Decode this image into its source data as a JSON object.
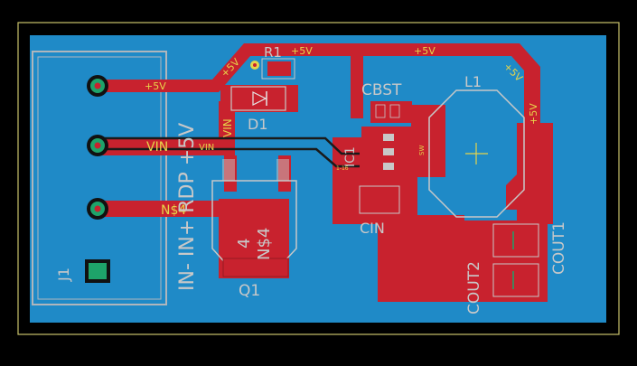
{
  "labels": {
    "r1": "R1",
    "net_5v_top_a": "+5V",
    "net_5v_top_b": "+5V",
    "net_5v_diag_left": "+5V",
    "net_5v_diag_right": "+5V",
    "net_5v_right_pad": "+5V",
    "net_5v_left_pad": "+5V",
    "net_5v_trace": "+5V",
    "cbst": "CBST",
    "l1": "L1",
    "d1": "D1",
    "vin_rot": "VIN",
    "vin_trace": "VIN",
    "vin_small": "VIN",
    "n4_trace": "N$4",
    "q1_pad": "N$4",
    "q1_num": "4",
    "q1": "Q1",
    "j1": "J1",
    "connector_pins": "IN- IN+ RDP +5V",
    "ic1": "IC1",
    "cin": "CIN",
    "cout1": "COUT1",
    "cout2": "COUT2",
    "sw": "SW",
    "ic_pad": "1-16"
  },
  "colors": {
    "background": "#000000",
    "board_outline": "#c9c26a",
    "copper_bottom": "#1f8ac7",
    "copper_top": "#c8222e",
    "silkscreen": "#c8c8c8",
    "label_yellow": "#e7d44a",
    "pad_green": "#1ea36a"
  }
}
